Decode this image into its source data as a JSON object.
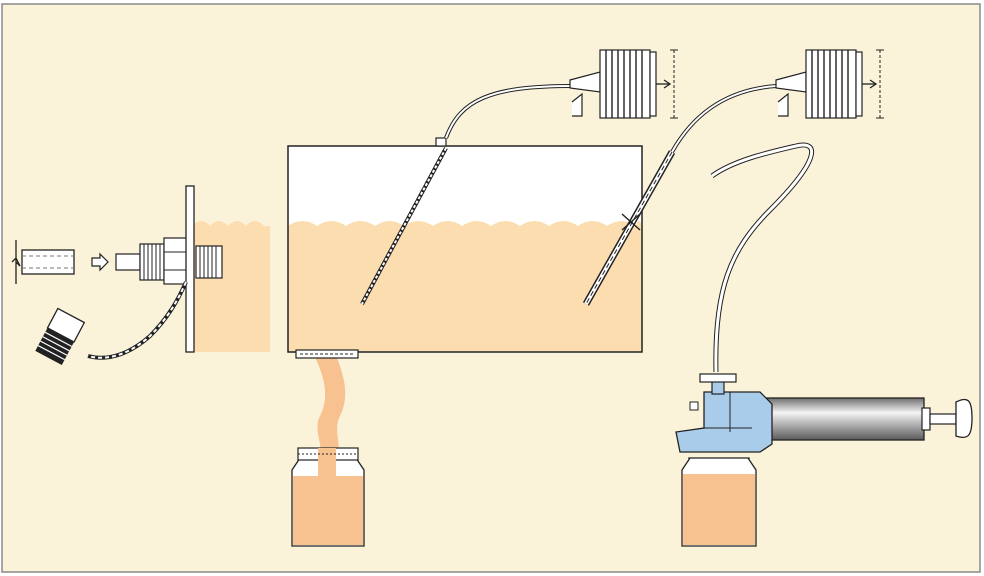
{
  "diagram": {
    "kind": "liquid-sampling-methods",
    "colors": {
      "background": "#FAF3DA",
      "border": "#8A8A8A",
      "liquid": "#FCDDB0",
      "sample_liquid": "#F8C290",
      "stroke": "#222222",
      "pump_body": "#A9CCEA",
      "pump_cylinder_light": "#F4F4F4",
      "pump_cylinder_dark": "#6E6E6E"
    },
    "components": [
      {
        "id": "sampling-tube",
        "icon": "tube-icon"
      },
      {
        "id": "flow-arrow",
        "icon": "arrow-right-icon"
      },
      {
        "id": "threaded-valve",
        "icon": "valve-icon"
      },
      {
        "id": "valve-cap",
        "icon": "cap-icon"
      },
      {
        "id": "tank-wall",
        "icon": "wall-icon"
      },
      {
        "id": "storage-tank",
        "icon": "tank-icon"
      },
      {
        "id": "bottom-drain",
        "icon": "drain-icon"
      },
      {
        "id": "sample-bottle-left",
        "icon": "bottle-icon"
      },
      {
        "id": "syringe-sampler-1",
        "icon": "bellows-syringe-icon"
      },
      {
        "id": "syringe-sampler-2",
        "icon": "bellows-syringe-icon"
      },
      {
        "id": "hand-pump",
        "icon": "hand-pump-icon"
      },
      {
        "id": "sample-bottle-right",
        "icon": "bottle-icon"
      }
    ]
  }
}
